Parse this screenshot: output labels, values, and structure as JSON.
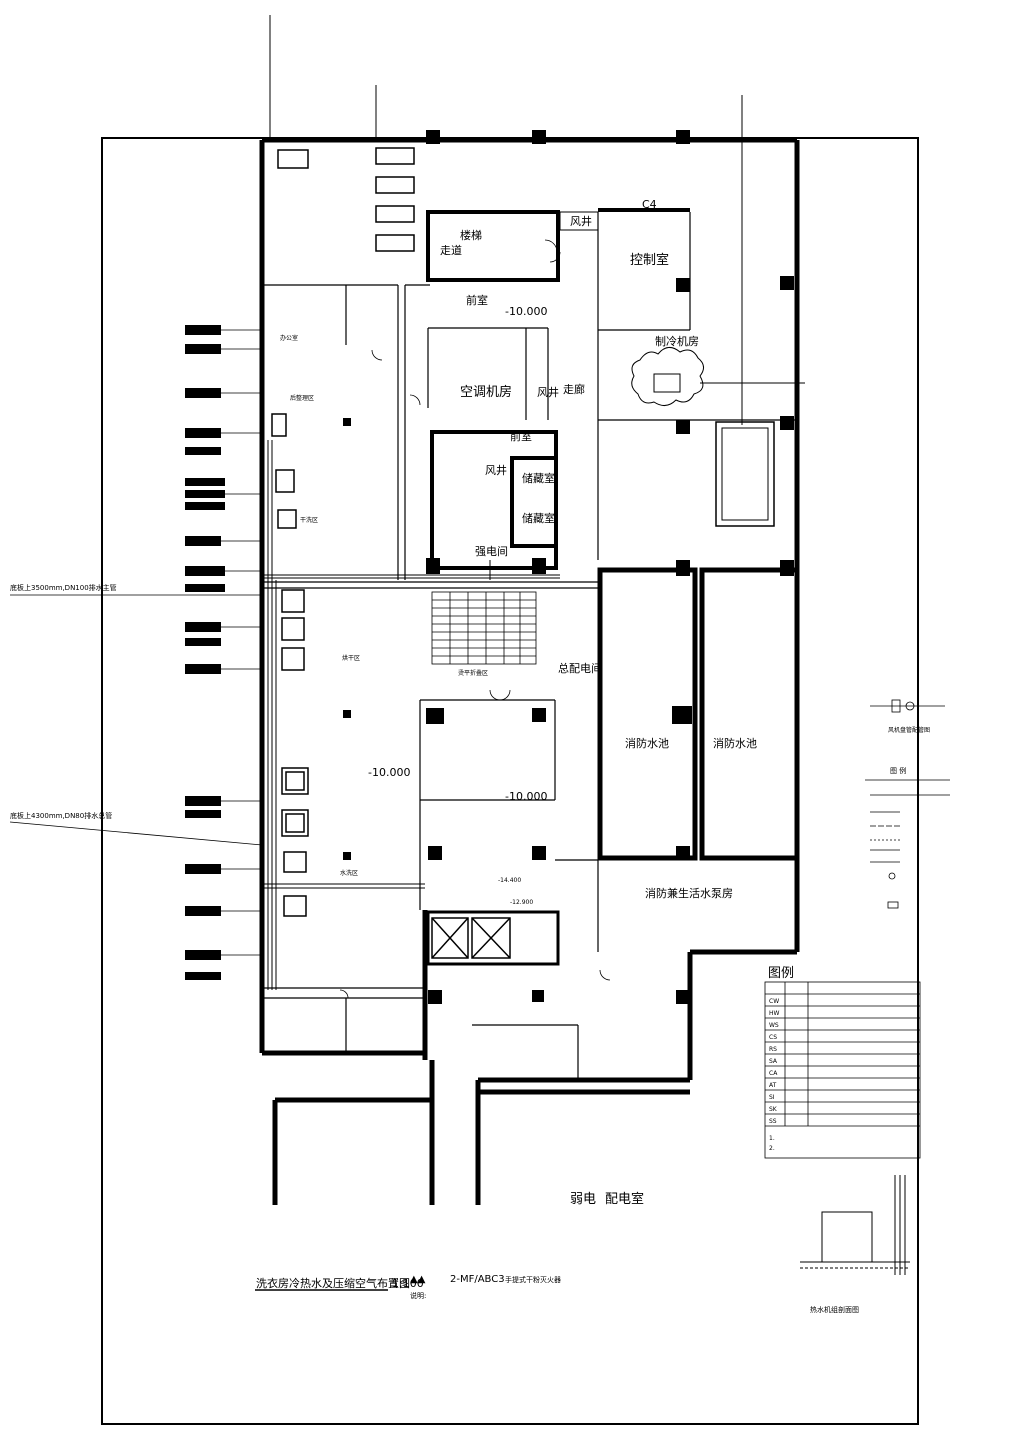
{
  "drawing": {
    "title": "洗衣房冷热水及压缩空气布置图",
    "scale": "1:100",
    "extinguisher_note": "2-MF/ABC3",
    "extinguisher_note_tail": "手提式干粉灭火器",
    "notes_heading": "说明:"
  },
  "rooms": {
    "stairs": "楼梯",
    "corridor_top": "走道",
    "air_shaft_top": "风井",
    "control_room": "控制室",
    "c4": "C4",
    "anteroom_top": "前室",
    "elev_top": "-10.000",
    "chiller_room": "制冷机房",
    "ac_room": "空调机房",
    "air_shaft_mid": "风井",
    "corridor_mid": "走廊",
    "anteroom_mid": "前室",
    "air_shaft_low": "风井",
    "storage_1": "储藏室",
    "storage_2": "储藏室",
    "electric_low": "强电间",
    "dry_area": "烘干区",
    "iron_area": "烫平折叠区",
    "main_dist": "总配电间",
    "fire_pool_1": "消防水池",
    "fire_pool_2": "消防水池",
    "fire_pump_room": "消防兼生活水泵房",
    "wash_area": "水洗区",
    "elev_mid": "-10.000",
    "elev_right": "-10.000",
    "elev_14": "-14.400",
    "elev_12": "-12.900",
    "weak_elec": "弱电",
    "power_room": "配电室",
    "sorting_area": "后整理区",
    "dry_clean": "干洗区",
    "office": "办公室"
  },
  "annotations": {
    "pipe_3500": "底板上3500mm,DN100排水主管",
    "pipe_4300": "底板上4300mm,DN80排水总管"
  },
  "legend": {
    "title": "图例",
    "side_title": "图 例",
    "valve_caption": "风机盘管配管图",
    "rows": [
      "CW",
      "HW",
      "WS",
      "CS",
      "RS",
      "SA",
      "CA",
      "AT",
      "SI",
      "SK",
      "SS"
    ],
    "notes": [
      "1.",
      "2."
    ]
  },
  "detail": {
    "caption": "热水机组剖面图"
  }
}
